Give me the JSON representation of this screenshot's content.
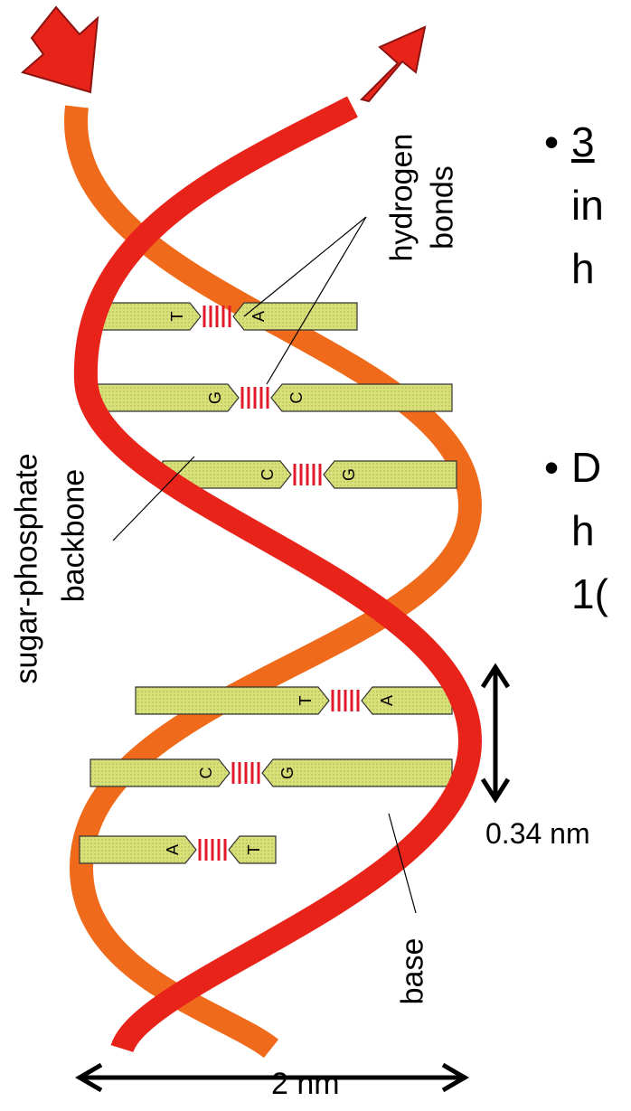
{
  "labels": {
    "hydrogen": "hydrogen",
    "bonds": "bonds",
    "sugar_phosphate": "sugar-phosphate",
    "backbone": "backbone",
    "base": "base",
    "rise": "0.34 nm",
    "width": "2 nm"
  },
  "bases": [
    "T",
    "A",
    "G",
    "C",
    "C",
    "G",
    "T",
    "A",
    "C",
    "G",
    "A",
    "T"
  ],
  "bullets": [
    {
      "bullet": "•",
      "lines": [
        "3",
        "in",
        "h"
      ]
    },
    {
      "bullet": "•",
      "lines": [
        "D",
        "h",
        "1("
      ]
    }
  ],
  "colors": {
    "strand": "#e8231a",
    "strand_back": "#f06a1c",
    "base": "#d8e07a",
    "bond": "#e01a2a",
    "arrow": "#e8231a"
  }
}
